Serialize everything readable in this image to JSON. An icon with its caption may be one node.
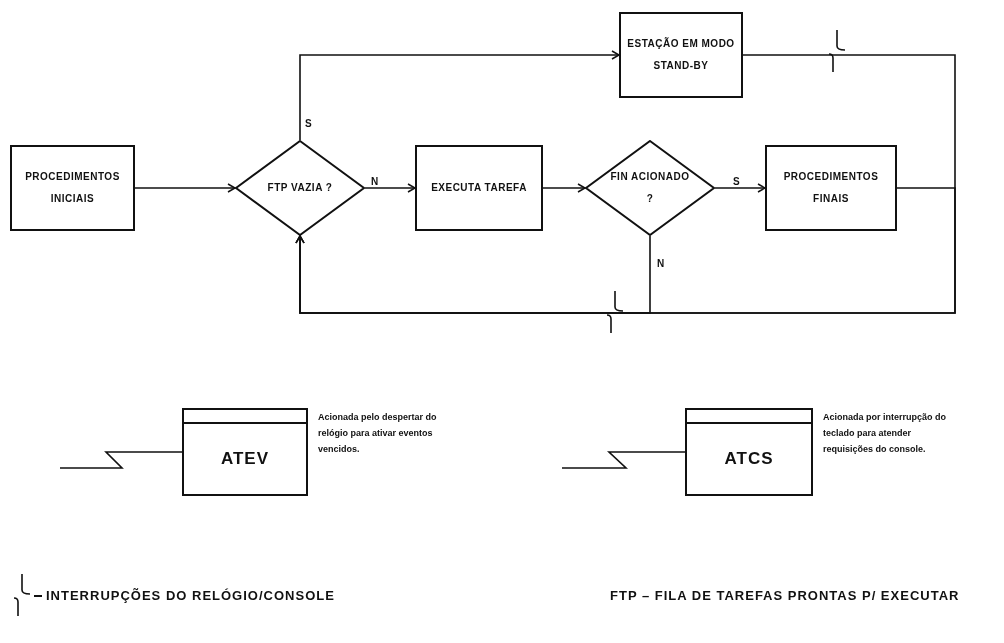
{
  "diagram": {
    "nodes": [
      {
        "text": [
          "PROCEDIMENTOS INICIAIS"
        ]
      },
      {
        "text": [
          "FTP VAZIA ?"
        ]
      },
      {
        "text": [
          "EXECUTA TAREFA"
        ]
      },
      {
        "text": [
          "FIN ACIONADO ?"
        ]
      },
      {
        "text": [
          "PROCEDIMENTOS FINAIS"
        ]
      },
      {
        "text": [
          "ESTAÇÃO EM MODO STAND-BY"
        ]
      },
      {
        "text": [
          "ATEV"
        ],
        "beside": [
          "Acionada pelo despertar do relógio para ativar eventos vencidos."
        ]
      },
      {
        "text": [
          "ATCS"
        ],
        "beside": [
          "Acionada por interrupção do teclado para atender requisições do console."
        ]
      }
    ],
    "edges": [
      {
        "from": 0,
        "to": 1,
        "arrow": "to"
      },
      {
        "from": 1,
        "to": 2,
        "arrow": "to",
        "label": "N"
      },
      {
        "from": 1,
        "to": 5,
        "arrow": "to",
        "label": "S"
      },
      {
        "from": 2,
        "to": 3,
        "arrow": "to"
      },
      {
        "from": 3,
        "to": 4,
        "arrow": "to",
        "label": "S"
      },
      {
        "from": 5,
        "to": 1,
        "arrow": "to"
      },
      {
        "from": 4,
        "to": 1,
        "arrow": "to"
      },
      {
        "from": 3,
        "to": 1,
        "arrow": "to",
        "label": "N"
      },
      {
        "from": null,
        "to": 6,
        "arrow": "none"
      },
      {
        "from": null,
        "to": 7,
        "arrow": "none"
      }
    ],
    "labels": [
      "FTP – FILA DE TAREFAS PRONTAS P/ EXECUTAR"
    ],
    "legend": [
      {
        "text": "INTERRUPÇÕES DO RELÓGIO/CONSOLE"
      }
    ]
  }
}
